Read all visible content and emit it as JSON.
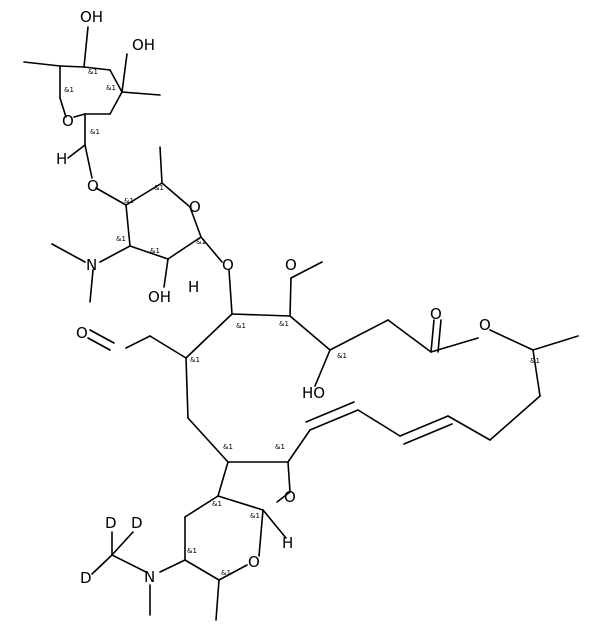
{
  "atoms": {
    "oh_top": "OH",
    "oh_top_right": "OH",
    "o_ring_top": "O",
    "o_link_top": "O",
    "o_ring_mid": "O",
    "n_dimethyl_top": "N",
    "oh_mid": "OH",
    "h_anomeric_mid": "H",
    "o_link_mid": "O",
    "o_methoxy": "O",
    "o_aldehyde": "O",
    "o_carbonyl": "O",
    "o_ester": "O",
    "ho_macro": "HO",
    "o_furan": "O",
    "h_furan": "H",
    "o_ring_bottom": "O",
    "n_bottom": "N",
    "d1": "D",
    "d2": "D",
    "d3": "D",
    "h_top_anomeric": "H"
  },
  "stereo_label": "&1"
}
